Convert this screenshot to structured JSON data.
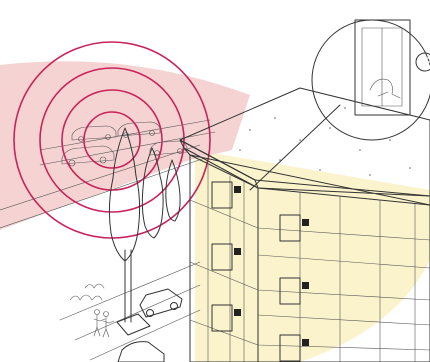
{
  "illustration": {
    "subject": "noise-propagation-to-building",
    "colors": {
      "wave": "#c8245a",
      "noise_zone": "#f6d3d3",
      "light_zone": "#fbf3cc",
      "facade": "#f7edc4",
      "tree": "#f0dfa3",
      "car": "#f3b9b9",
      "car_yellow": "#f1e3a2",
      "vent": "#222222",
      "window_glass": "#eaf2f4"
    },
    "icons": [
      "road-traffic",
      "noise-waves",
      "poplar-trees",
      "building",
      "window-vents",
      "magnifier-callout",
      "pedestrians",
      "parked-cars"
    ]
  }
}
